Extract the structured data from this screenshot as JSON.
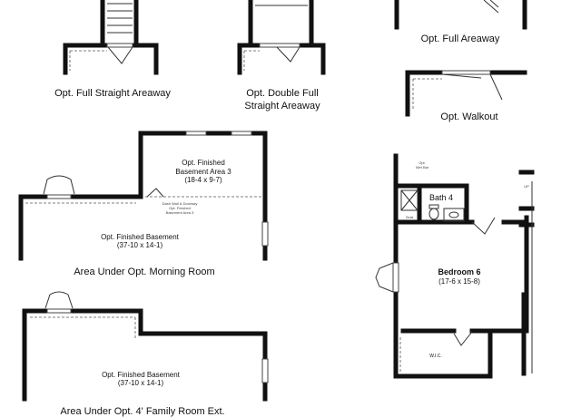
{
  "captions": {
    "full_straight_areaway": "Opt. Full Straight Areaway",
    "double_full_line1": "Opt. Double Full",
    "double_full_line2": "Straight Areaway",
    "full_areaway": "Opt. Full Areaway",
    "walkout": "Opt. Walkout",
    "morning_room": "Area Under Opt. Morning Room",
    "family_room_ext": "Area Under Opt. 4' Family Room Ext."
  },
  "rooms": {
    "basement_area3_line1": "Opt. Finished",
    "basement_area3_line2": "Basement Area 3",
    "basement_area3_dims": "(18-4 x 9-7)",
    "basement_a_name": "Opt. Finished Basement",
    "basement_a_dims": "(37-10 x 14-1)",
    "basement_b_name": "Opt. Finished Basement",
    "basement_b_dims": "(37-10 x 14-1)",
    "bath": "Bath 4",
    "bedroom": "Bedroom 6",
    "bedroom_dims": "(17-6 x 15-8)",
    "wic": "W.I.C."
  },
  "small_notes": {
    "wall_note_line1": "Dash Wall & Doorway",
    "wall_note_line2": "Opt. Finished",
    "wall_note_line3": "Basement Area 3",
    "wet_bar_line1": "Opt.",
    "wet_bar_line2": "Wet Bar",
    "seat": "Seat",
    "up": "UP"
  }
}
